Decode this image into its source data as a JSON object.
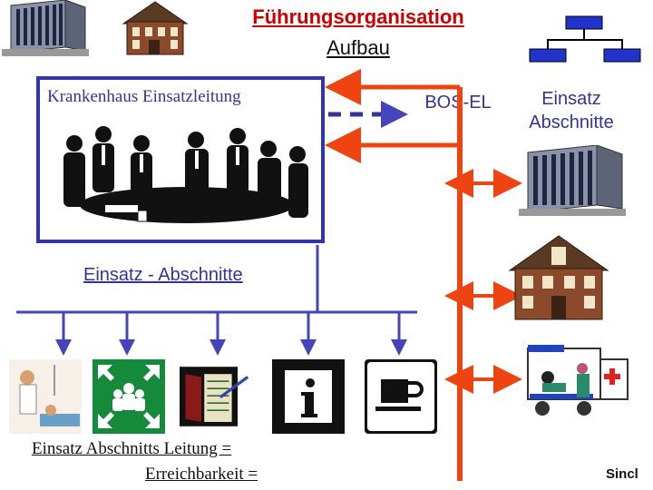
{
  "title": {
    "line1": "Führungsorganisation",
    "line2": "Aufbau"
  },
  "kel_label": "Krankenhaus Einsatzleitung",
  "bos_label": "BOS-EL",
  "einsatz_abschnitte_right": {
    "line1": "Einsatz",
    "line2": "Abschnitte"
  },
  "abschnitte_label": "Einsatz - Abschnitte",
  "leitung_label": "Einsatz Abschnitts Leitung =",
  "erreichbarkeit_label": "Erreichbarkeit =",
  "footer_text": "Sincl",
  "colors": {
    "red_arrow": "#ee4411",
    "blue_line": "#4444bb",
    "title_red": "#cc0000",
    "dark_blue_text": "#333399"
  },
  "icons": {
    "top_left": [
      "hospital-building-icon",
      "house-icon"
    ],
    "top_right": "org-chart-icon",
    "right_column": [
      "hospital-building-icon",
      "house-icon",
      "ambulance-icon"
    ],
    "bottom_row": [
      "patient-care-icon",
      "assembly-point-icon",
      "book-icon",
      "information-icon",
      "coffee-cup-icon"
    ]
  }
}
